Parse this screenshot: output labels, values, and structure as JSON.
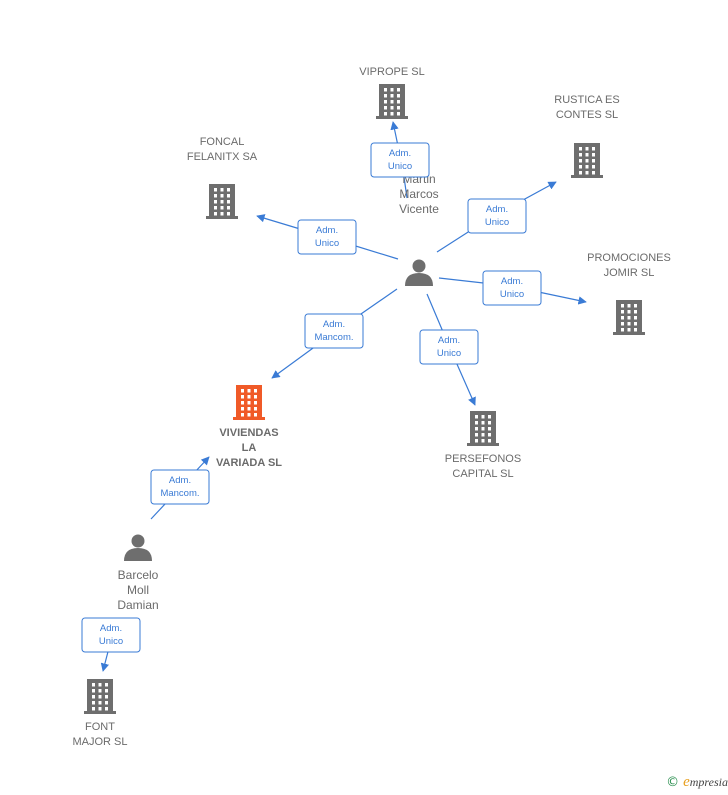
{
  "colors": {
    "edge": "#3a7bd5",
    "building": "#6e6e6e",
    "building_focus": "#f05a28",
    "person": "#6e6e6e",
    "text": "#6b6b6b"
  },
  "nodes": [
    {
      "id": "vipro",
      "type": "company",
      "label": [
        "VIPROPE  SL"
      ]
    },
    {
      "id": "rustica",
      "type": "company",
      "label": [
        "RUSTICA ES",
        "CONTES  SL"
      ]
    },
    {
      "id": "foncal",
      "type": "company",
      "label": [
        "FONCAL",
        "FELANITX SA"
      ]
    },
    {
      "id": "martin",
      "type": "person",
      "label": [
        "Martin",
        "Marcos",
        "Vicente"
      ]
    },
    {
      "id": "promociones",
      "type": "company",
      "label": [
        "PROMOCIONES",
        "JOMIR  SL"
      ]
    },
    {
      "id": "viviendas",
      "type": "company",
      "focus": true,
      "label": [
        "VIVIENDAS",
        "LA",
        "VARIADA  SL"
      ]
    },
    {
      "id": "persefonos",
      "type": "company",
      "label": [
        "PERSEFONOS",
        "CAPITAL  SL"
      ]
    },
    {
      "id": "barcelo",
      "type": "person",
      "label": [
        "Barcelo",
        "Moll",
        "Damian"
      ]
    },
    {
      "id": "font",
      "type": "company",
      "label": [
        "FONT",
        "MAJOR  SL"
      ]
    }
  ],
  "edges": [
    {
      "from": "martin",
      "to": "vipro",
      "label": [
        "Adm.",
        "Unico"
      ]
    },
    {
      "from": "martin",
      "to": "rustica",
      "label": [
        "Adm.",
        "Unico"
      ]
    },
    {
      "from": "martin",
      "to": "foncal",
      "label": [
        "Adm.",
        "Unico"
      ]
    },
    {
      "from": "martin",
      "to": "promociones",
      "label": [
        "Adm.",
        "Unico"
      ]
    },
    {
      "from": "martin",
      "to": "viviendas",
      "label": [
        "Adm.",
        "Mancom."
      ]
    },
    {
      "from": "martin",
      "to": "persefonos",
      "label": [
        "Adm.",
        "Unico"
      ]
    },
    {
      "from": "barcelo",
      "to": "viviendas",
      "label": [
        "Adm.",
        "Mancom."
      ]
    },
    {
      "from": "barcelo",
      "to": "font",
      "label": [
        "Adm.",
        "Unico"
      ]
    }
  ],
  "watermark": {
    "copyright": "©",
    "brand_initial": "e",
    "brand_rest": "mpresia"
  }
}
